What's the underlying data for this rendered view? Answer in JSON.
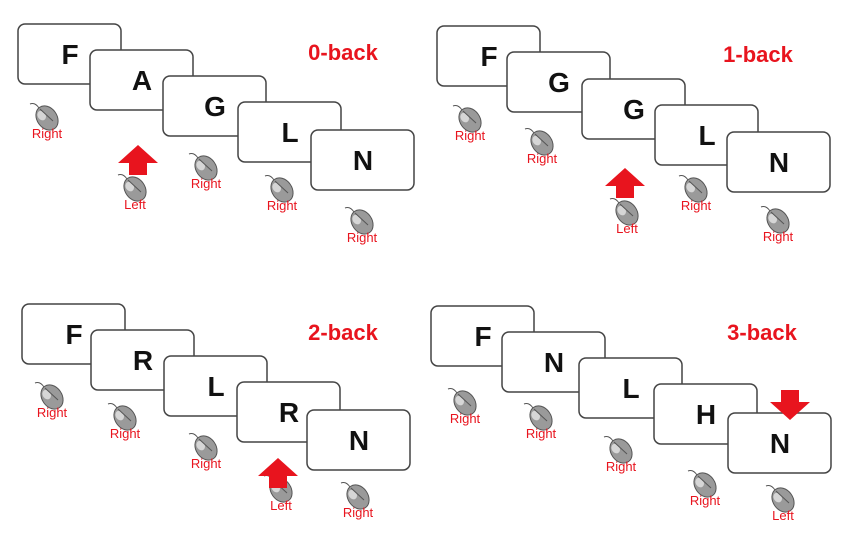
{
  "colors": {
    "accent": "#e8141e",
    "card_border": "#444444",
    "card_fill": "#ffffff",
    "mouse": "#9a9a9a"
  },
  "panels": [
    {
      "title": "0-back",
      "cards": [
        "F",
        "A",
        "G",
        "L",
        "N"
      ],
      "responses": [
        "Right",
        "Left",
        "Right",
        "Right",
        "Right"
      ],
      "arrow": {
        "card": 1,
        "direction": "up"
      }
    },
    {
      "title": "1-back",
      "cards": [
        "F",
        "G",
        "G",
        "L",
        "N"
      ],
      "responses": [
        "Right",
        "Right",
        "Left",
        "Right",
        "Right"
      ],
      "arrow": {
        "card": 2,
        "direction": "up"
      }
    },
    {
      "title": "2-back",
      "cards": [
        "F",
        "R",
        "L",
        "R",
        "N"
      ],
      "responses": [
        "Right",
        "Right",
        "Right",
        "Left",
        "Right"
      ],
      "arrow": {
        "card": 3,
        "direction": "up"
      }
    },
    {
      "title": "3-back",
      "cards": [
        "F",
        "N",
        "L",
        "H",
        "N"
      ],
      "responses": [
        "Right",
        "Right",
        "Right",
        "Right",
        "Left"
      ],
      "arrow": {
        "card": 4,
        "direction": "down"
      }
    }
  ]
}
